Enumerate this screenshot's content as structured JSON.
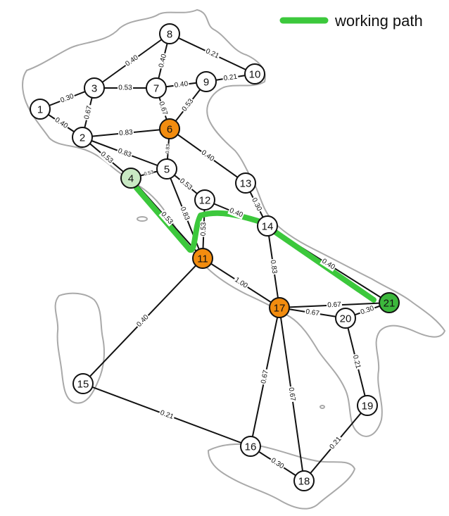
{
  "legend": {
    "label": "working path",
    "color": "#3cc83c"
  },
  "colors": {
    "node_default": "#ffffff",
    "node_highlight": "#f28c0f",
    "node_start": "#c9e9c4",
    "node_end": "#3cb83c",
    "edge": "#111111",
    "map_outline": "#a9a9a9",
    "path": "#3cc83c"
  },
  "nodes": [
    {
      "id": "1",
      "style": "default"
    },
    {
      "id": "2",
      "style": "default"
    },
    {
      "id": "3",
      "style": "default"
    },
    {
      "id": "4",
      "style": "start"
    },
    {
      "id": "5",
      "style": "default"
    },
    {
      "id": "6",
      "style": "highlight"
    },
    {
      "id": "7",
      "style": "default"
    },
    {
      "id": "8",
      "style": "default"
    },
    {
      "id": "9",
      "style": "default"
    },
    {
      "id": "10",
      "style": "default"
    },
    {
      "id": "11",
      "style": "highlight"
    },
    {
      "id": "12",
      "style": "default"
    },
    {
      "id": "13",
      "style": "default"
    },
    {
      "id": "14",
      "style": "default"
    },
    {
      "id": "15",
      "style": "default"
    },
    {
      "id": "16",
      "style": "default"
    },
    {
      "id": "17",
      "style": "highlight"
    },
    {
      "id": "18",
      "style": "default"
    },
    {
      "id": "19",
      "style": "default"
    },
    {
      "id": "20",
      "style": "default"
    },
    {
      "id": "21",
      "style": "end"
    }
  ],
  "edges": [
    {
      "from": "1",
      "to": "3",
      "weight": "0.30"
    },
    {
      "from": "1",
      "to": "2",
      "weight": "0.40"
    },
    {
      "from": "2",
      "to": "3",
      "weight": "0.67"
    },
    {
      "from": "3",
      "to": "8",
      "weight": "0.40"
    },
    {
      "from": "3",
      "to": "7",
      "weight": "0.53"
    },
    {
      "from": "8",
      "to": "7",
      "weight": "0.40"
    },
    {
      "from": "8",
      "to": "10",
      "weight": "0.21"
    },
    {
      "from": "7",
      "to": "9",
      "weight": "0.40"
    },
    {
      "from": "9",
      "to": "10",
      "weight": "0.21"
    },
    {
      "from": "7",
      "to": "6",
      "weight": "0.67"
    },
    {
      "from": "9",
      "to": "6",
      "weight": "0.53"
    },
    {
      "from": "2",
      "to": "6",
      "weight": "0.83"
    },
    {
      "from": "2",
      "to": "5",
      "weight": "0.83"
    },
    {
      "from": "2",
      "to": "4",
      "weight": "0.53"
    },
    {
      "from": "6",
      "to": "5",
      "weight": "0.83"
    },
    {
      "from": "6",
      "to": "13",
      "weight": "0.40"
    },
    {
      "from": "4",
      "to": "5",
      "weight": "0.53"
    },
    {
      "from": "5",
      "to": "12",
      "weight": "0.53"
    },
    {
      "from": "5",
      "to": "11",
      "weight": "0.83"
    },
    {
      "from": "4",
      "to": "11",
      "weight": "0.53"
    },
    {
      "from": "12",
      "to": "11",
      "weight": "0.53"
    },
    {
      "from": "12",
      "to": "14",
      "weight": "0.40"
    },
    {
      "from": "13",
      "to": "14",
      "weight": "0.30"
    },
    {
      "from": "14",
      "to": "17",
      "weight": "0.83"
    },
    {
      "from": "14",
      "to": "21",
      "weight": "0.40"
    },
    {
      "from": "11",
      "to": "17",
      "weight": "1.00"
    },
    {
      "from": "11",
      "to": "15",
      "weight": "0.40"
    },
    {
      "from": "17",
      "to": "21",
      "weight": "0.67"
    },
    {
      "from": "17",
      "to": "20",
      "weight": "0.67"
    },
    {
      "from": "20",
      "to": "21",
      "weight": "0.30"
    },
    {
      "from": "20",
      "to": "19",
      "weight": "0.21"
    },
    {
      "from": "17",
      "to": "16",
      "weight": "0.67"
    },
    {
      "from": "17",
      "to": "18",
      "weight": "0.67"
    },
    {
      "from": "15",
      "to": "16",
      "weight": "0.21"
    },
    {
      "from": "16",
      "to": "18",
      "weight": "0.30"
    },
    {
      "from": "18",
      "to": "19",
      "weight": "0.21"
    }
  ],
  "working_path": [
    "4",
    "11",
    "12",
    "14",
    "21"
  ]
}
